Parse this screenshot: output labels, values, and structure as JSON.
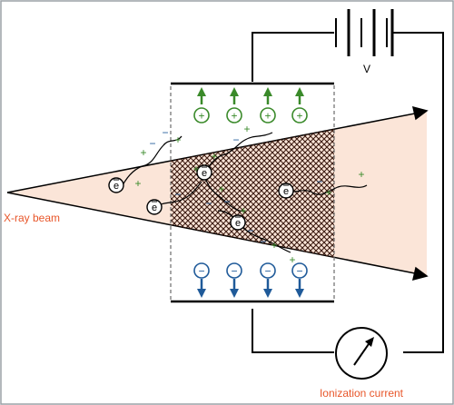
{
  "labels": {
    "beam": "X-ray beam",
    "voltage": "V",
    "current": "Ionization current"
  },
  "symbols": {
    "electron": "e",
    "plus": "+",
    "minus": "−"
  },
  "colors": {
    "beam": "#e8562a",
    "beam_fade": "#f4a07a",
    "label_orange": "#e8562a",
    "positive_ion": "#3a8a2a",
    "negative_ion": "#1f5a99",
    "wire": "#000000",
    "frame": "#6b6b6b",
    "hatch": "#3a1a10"
  },
  "icons": {
    "battery": "battery-icon",
    "meter": "ammeter-icon",
    "positive_ion": "positive-ion-icon",
    "negative_ion": "negative-ion-icon",
    "electron": "electron-icon"
  }
}
